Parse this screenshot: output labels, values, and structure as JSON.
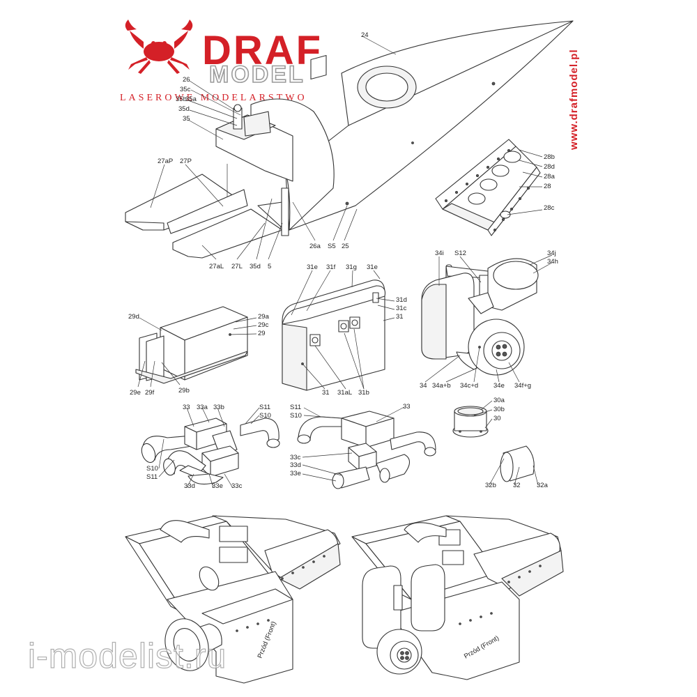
{
  "brand": {
    "name": "DRAF",
    "model": "MODEL",
    "tagline": "LASEROWE MODELARSTWO",
    "website": "www.drafmodel.pl",
    "colors": {
      "red": "#d42027",
      "gray": "#9b9b9b"
    }
  },
  "watermark": "i-modelist.ru",
  "front_label": "Przód (Front)",
  "labels": {
    "l24": "24",
    "l26": "26",
    "l35c": "35c",
    "l35b": "35b",
    "l35a": "35a",
    "l35d_top": "35d",
    "l35": "35",
    "l27aP": "27aP",
    "l27P": "27P",
    "l27aL": "27aL",
    "l27L": "27L",
    "l35d_bot": "35d",
    "l5": "5",
    "l26a": "26a",
    "lS5": "S5",
    "l25": "25",
    "l28b": "28b",
    "l28d": "28d",
    "l28a": "28a",
    "l28": "28",
    "l28c": "28c",
    "l29d": "29d",
    "l29a": "29a",
    "l29c": "29c",
    "l29": "29",
    "l29e": "29e",
    "l29f": "29f",
    "l29b": "29b",
    "l31e_a": "31e",
    "l31f": "31f",
    "l31g": "31g",
    "l31e_b": "31e",
    "l31d": "31d",
    "l31c": "31c",
    "l31": "31",
    "l31_bot": "31",
    "l31aL": "31aL",
    "l31b": "31b",
    "l34i": "34i",
    "lS12": "S12",
    "l34j": "34j",
    "l34h": "34h",
    "l34": "34",
    "l34ab": "34a+b",
    "l34cd": "34c+d",
    "l34e": "34e",
    "l34fg": "34f+g",
    "l33_l": "33",
    "l33a_l": "33a",
    "l33b_l": "33b",
    "lS11_l": "S11",
    "lS10_l": "S10",
    "lS10_l2": "S10",
    "lS11_l2": "S11",
    "l33d_l": "33d",
    "l33e_l": "33e",
    "l33c_l": "33c",
    "lS11_r": "S11",
    "lS10_r": "S10",
    "l33_r": "33",
    "l33c_r": "33c",
    "l33d_r": "33d",
    "l33e_r": "33e",
    "l30a": "30a",
    "l30b": "30b",
    "l30": "30",
    "l32b": "32b",
    "l32": "32",
    "l32a": "32a"
  }
}
